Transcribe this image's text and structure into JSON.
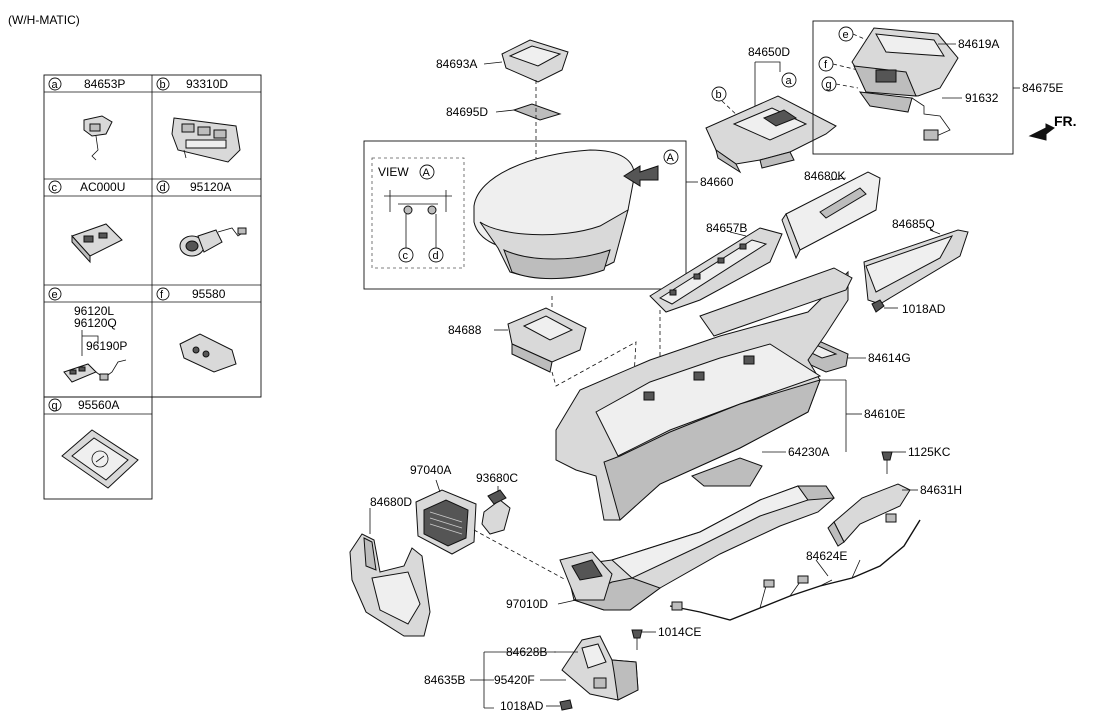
{
  "header": {
    "variant": "(W/H-MATIC)"
  },
  "legend": [
    {
      "key": "a",
      "part": "84653P"
    },
    {
      "key": "b",
      "part": "93310D"
    },
    {
      "key": "c",
      "part": "AC000U"
    },
    {
      "key": "d",
      "part": "95120A"
    },
    {
      "key": "e",
      "part": "",
      "sub": [
        "96120L",
        "96120Q",
        "96190P"
      ]
    },
    {
      "key": "f",
      "part": "95580"
    },
    {
      "key": "g",
      "part": "95560A"
    }
  ],
  "view_label": "VIEW",
  "view_marker": "A",
  "direction": "FR.",
  "parts": {
    "p84693A": "84693A",
    "p84695D": "84695D",
    "p84660": "84660",
    "p84650D": "84650D",
    "p84619A": "84619A",
    "p84675E": "84675E",
    "p91632": "91632",
    "p84680K": "84680K",
    "p84657B": "84657B",
    "p84685Q": "84685Q",
    "p1018AD_top": "1018AD",
    "p84688": "84688",
    "p84614G": "84614G",
    "p84610E": "84610E",
    "p64230A": "64230A",
    "p1125KC": "1125KC",
    "p84631H": "84631H",
    "p97040A": "97040A",
    "p93680C": "93680C",
    "p84680D": "84680D",
    "p84624E": "84624E",
    "p97010D": "97010D",
    "p84628B": "84628B",
    "p1014CE": "1014CE",
    "p84635B": "84635B",
    "p95420F": "95420F",
    "p1018AD_bot": "1018AD"
  },
  "callouts": {
    "a": "a",
    "b": "b",
    "c": "c",
    "d": "d",
    "e": "e",
    "f": "f",
    "g": "g"
  }
}
